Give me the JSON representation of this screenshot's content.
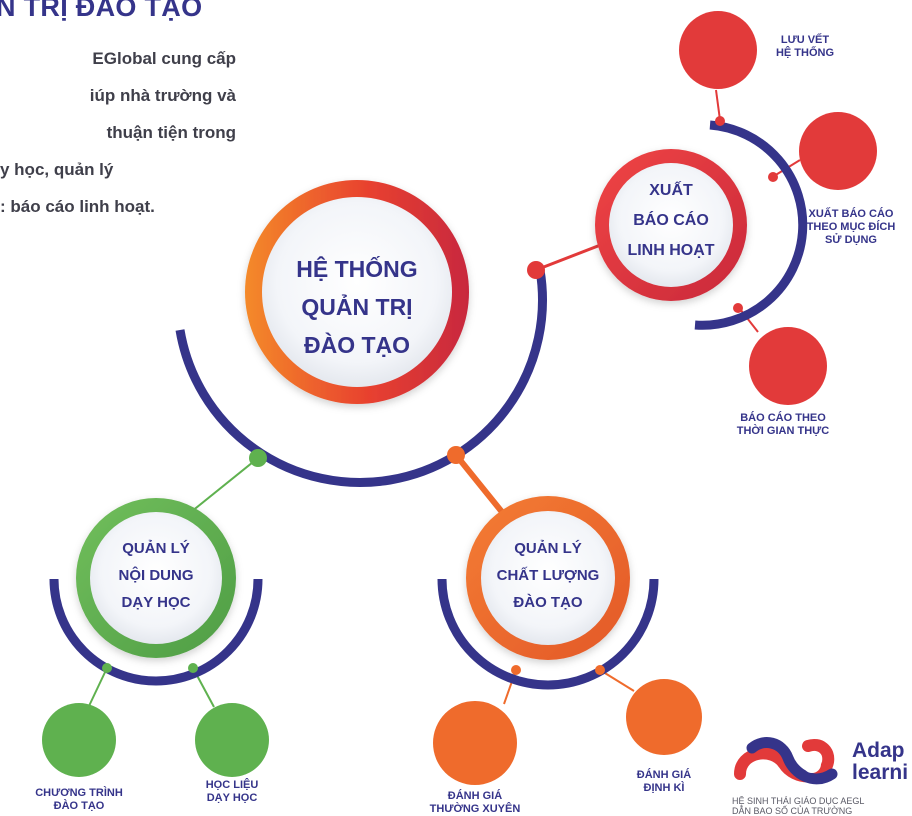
{
  "heading": "N TRỊ ĐÀO TẠO",
  "intro": [
    "EGlobal cung cấp",
    "iúp nhà trường và",
    "thuận tiện trong",
    "y học, quản lý",
    ": báo cáo linh hoạt."
  ],
  "center": {
    "lines": [
      "HỆ THỐNG",
      "QUẢN TRỊ",
      "ĐÀO TẠO"
    ]
  },
  "report": {
    "lines": [
      "XUẤT",
      "BÁO CÁO",
      "LINH HOẠT"
    ],
    "children": [
      {
        "lines": [
          "LƯU VẾT",
          "HỆ THỐNG"
        ]
      },
      {
        "lines": [
          "XUẤT BÁO CÁO",
          "THEO MỤC ĐÍCH",
          "SỬ DỤNG"
        ]
      },
      {
        "lines": [
          "BÁO CÁO THEO",
          "THỜI GIAN THỰC"
        ]
      }
    ]
  },
  "content": {
    "lines": [
      "QUẢN LÝ",
      "NỘI DUNG",
      "DẠY HỌC"
    ],
    "children": [
      {
        "lines": [
          "CHƯƠNG TRÌNH",
          "ĐÀO TẠO"
        ]
      },
      {
        "lines": [
          "HỌC LIỆU",
          "DẠY HỌC"
        ]
      }
    ]
  },
  "quality": {
    "lines": [
      "QUẢN LÝ",
      "CHẤT LƯỢNG",
      "ĐÀO TẠO"
    ],
    "children": [
      {
        "lines": [
          "ĐÁNH GIÁ",
          "THƯỜNG XUYÊN"
        ]
      },
      {
        "lines": [
          "ĐÁNH GIÁ",
          "ĐỊNH KÌ"
        ]
      }
    ]
  },
  "logo": {
    "line1": "Adap",
    "line2": "learni",
    "subline1": "HỆ SINH THÁI GIÁO DỤC AEGL",
    "subline2": "DẪN BAO SỐ CỦA TRƯỜNG"
  },
  "colors": {
    "navy": "#35348a",
    "red": "#e23a3a",
    "green": "#5fb14f",
    "orange": "#ef6b2c"
  }
}
